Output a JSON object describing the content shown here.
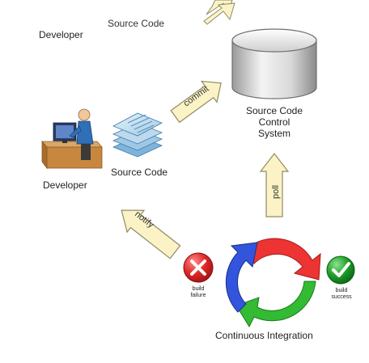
{
  "nodes": {
    "developer_top_label": "Developer",
    "source_code_top_label": "Source Code",
    "developer_label": "Developer",
    "source_code_label": "Source Code",
    "scm_label_line1": "Source Code",
    "scm_label_line2": "Control",
    "scm_label_line3": "System",
    "ci_label": "Continuous Integration",
    "build_failure_line1": "build",
    "build_failure_line2": "failure",
    "build_success_line1": "build",
    "build_success_line2": "success"
  },
  "edges": {
    "commit": "commit",
    "poll": "poll",
    "notify": "notify"
  },
  "colors": {
    "arrow_fill": "#fbf3c6",
    "arrow_stroke": "#8f8a66",
    "failure_red": "#e02a2a",
    "success_green": "#1fa12a",
    "cycle_red": "#ee3333",
    "cycle_green": "#33bb33",
    "cycle_blue": "#3355dd"
  }
}
